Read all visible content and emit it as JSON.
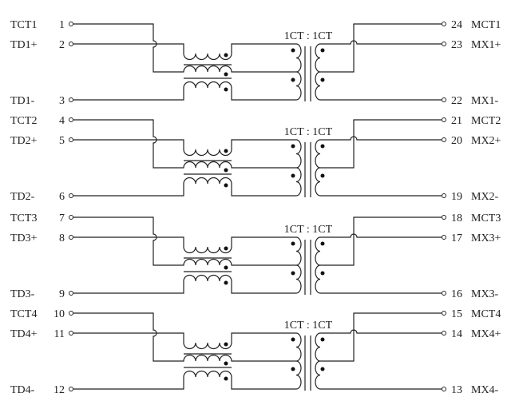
{
  "diagram": {
    "type": "ethernet-magnetics-schematic",
    "channels": [
      {
        "ratio_label": "1CT : 1CT",
        "left": [
          {
            "name": "TCT1",
            "pin": "1"
          },
          {
            "name": "TD1+",
            "pin": "2"
          },
          {
            "name": "TD1-",
            "pin": "3"
          }
        ],
        "right": [
          {
            "pin": "24",
            "name": "MCT1"
          },
          {
            "pin": "23",
            "name": "MX1+"
          },
          {
            "pin": "22",
            "name": "MX1-"
          }
        ]
      },
      {
        "ratio_label": "1CT : 1CT",
        "left": [
          {
            "name": "TCT2",
            "pin": "4"
          },
          {
            "name": "TD2+",
            "pin": "5"
          },
          {
            "name": "TD2-",
            "pin": "6"
          }
        ],
        "right": [
          {
            "pin": "21",
            "name": "MCT2"
          },
          {
            "pin": "20",
            "name": "MX2+"
          },
          {
            "pin": "19",
            "name": "MX2-"
          }
        ]
      },
      {
        "ratio_label": "1CT : 1CT",
        "left": [
          {
            "name": "TCT3",
            "pin": "7"
          },
          {
            "name": "TD3+",
            "pin": "8"
          },
          {
            "name": "TD3-",
            "pin": "9"
          }
        ],
        "right": [
          {
            "pin": "18",
            "name": "MCT3"
          },
          {
            "pin": "17",
            "name": "MX3+"
          },
          {
            "pin": "16",
            "name": "MX3-"
          }
        ]
      },
      {
        "ratio_label": "1CT : 1CT",
        "left": [
          {
            "name": "TCT4",
            "pin": "10"
          },
          {
            "name": "TD4+",
            "pin": "11"
          },
          {
            "name": "TD4-",
            "pin": "12"
          }
        ],
        "right": [
          {
            "pin": "15",
            "name": "MCT4"
          },
          {
            "pin": "14",
            "name": "MX4+"
          },
          {
            "pin": "13",
            "name": "MX4-"
          }
        ]
      }
    ]
  }
}
